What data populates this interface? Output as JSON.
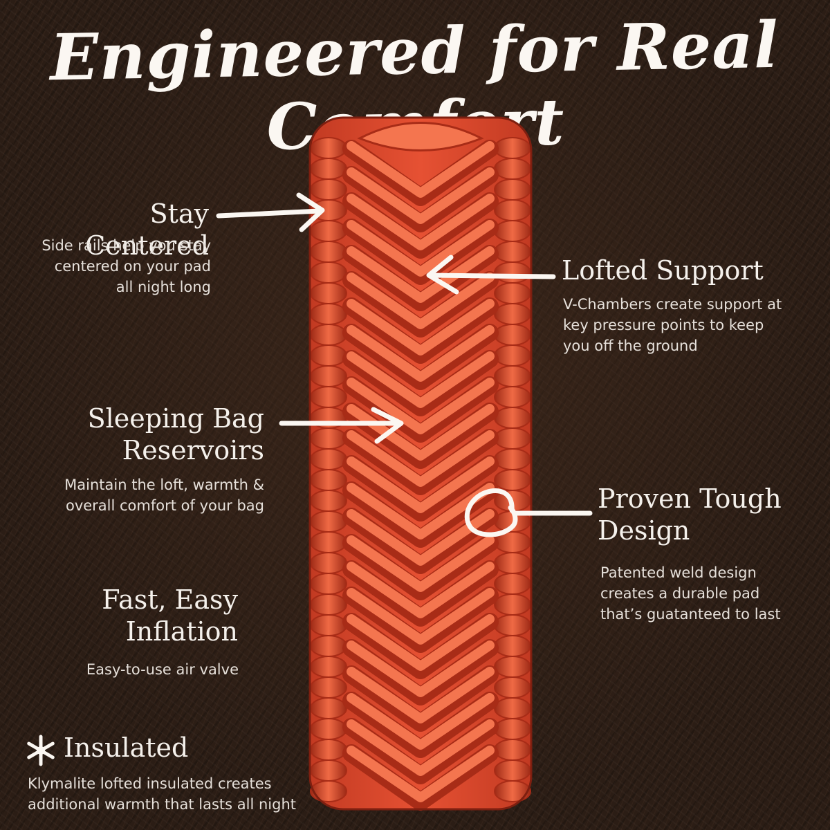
{
  "title": "Engineered for Real Comfort",
  "features": {
    "stay_centered": {
      "heading": "Stay Centered",
      "desc_lines": [
        "Side rails help you stay",
        "centered on your pad",
        "all night long"
      ]
    },
    "lofted_support": {
      "heading": "Lofted Support",
      "desc_lines": [
        "V-Chambers create support at",
        "key pressure points to keep",
        "you off the ground"
      ]
    },
    "reservoirs": {
      "heading_lines": [
        "Sleeping Bag",
        "Reservoirs"
      ],
      "desc_lines": [
        "Maintain the loft, warmth &",
        "overall comfort of your bag"
      ]
    },
    "proven_tough": {
      "heading_lines": [
        "Proven Tough",
        "Design"
      ],
      "desc_lines": [
        "Patented weld design",
        "creates a durable pad",
        "that’s guatanteed to last"
      ]
    },
    "fast_inflation": {
      "heading_lines": [
        "Fast, Easy",
        "Inflation"
      ],
      "desc_lines": [
        "Easy-to-use air valve"
      ]
    },
    "insulated": {
      "heading": "Insulated",
      "icon": "snowflake-icon",
      "desc_lines": [
        "Klymalite lofted insulated creates",
        "additional warmth that lasts all night"
      ]
    }
  },
  "colors": {
    "mat": "#e4492c",
    "mat_dark": "#a82c17",
    "mat_light": "#f4754f",
    "text": "#f5f1ec",
    "ground": "#2b1d15"
  }
}
